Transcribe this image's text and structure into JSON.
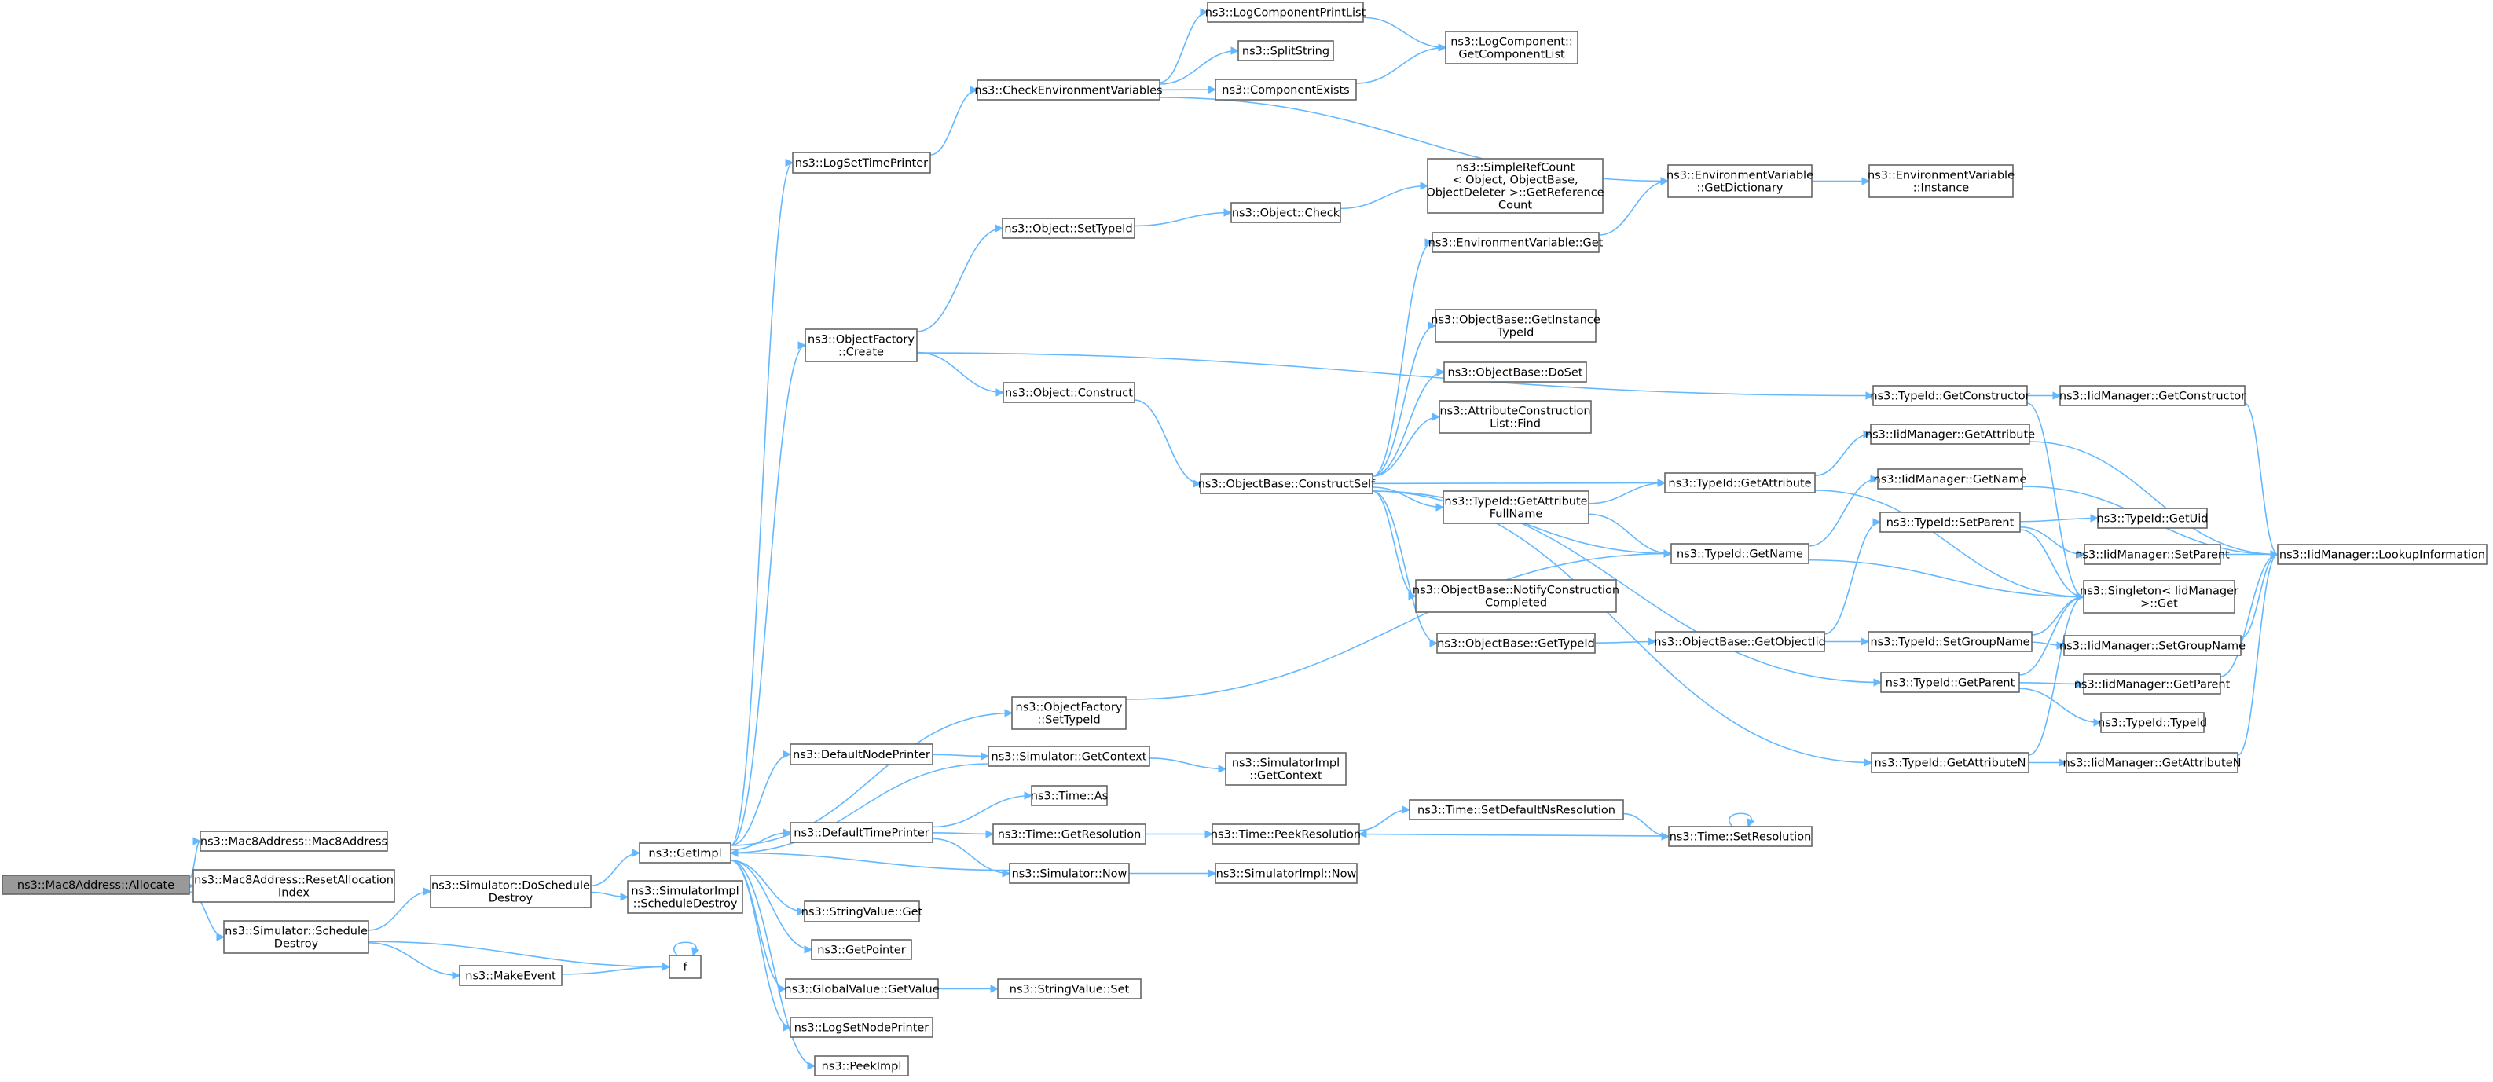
{
  "diagram": {
    "type": "call-graph",
    "colors": {
      "edge": "#63b8ff",
      "node_border": "#666666",
      "node_fill": "#ffffff",
      "root_fill": "#999999"
    },
    "nodes": [
      {
        "id": "allocate",
        "lines": [
          "ns3::Mac8Address::Allocate"
        ],
        "root": true
      },
      {
        "id": "mac8ctor",
        "lines": [
          "ns3::Mac8Address::Mac8Address"
        ]
      },
      {
        "id": "resetalloc",
        "lines": [
          "ns3::Mac8Address::ResetAllocation",
          "Index"
        ]
      },
      {
        "id": "schedDestroy",
        "lines": [
          "ns3::Simulator::Schedule",
          "Destroy"
        ]
      },
      {
        "id": "doSchedDestroy",
        "lines": [
          "ns3::Simulator::DoSchedule",
          "Destroy"
        ]
      },
      {
        "id": "makeEvent",
        "lines": [
          "ns3::MakeEvent"
        ]
      },
      {
        "id": "f",
        "lines": [
          "f"
        ]
      },
      {
        "id": "getImpl",
        "lines": [
          "ns3::GetImpl"
        ]
      },
      {
        "id": "simImplSchedDestroy",
        "lines": [
          "ns3::SimulatorImpl",
          "::ScheduleDestroy"
        ]
      },
      {
        "id": "logSetTimePrinter",
        "lines": [
          "ns3::LogSetTimePrinter"
        ]
      },
      {
        "id": "objFactoryCreate",
        "lines": [
          "ns3::ObjectFactory",
          "::Create"
        ]
      },
      {
        "id": "defaultNodePrinter",
        "lines": [
          "ns3::DefaultNodePrinter"
        ]
      },
      {
        "id": "defaultTimePrinter",
        "lines": [
          "ns3::DefaultTimePrinter"
        ]
      },
      {
        "id": "stringValueGet",
        "lines": [
          "ns3::StringValue::Get"
        ]
      },
      {
        "id": "getPointer",
        "lines": [
          "ns3::GetPointer"
        ]
      },
      {
        "id": "globalValueGetValue",
        "lines": [
          "ns3::GlobalValue::GetValue"
        ]
      },
      {
        "id": "logSetNodePrinter",
        "lines": [
          "ns3::LogSetNodePrinter"
        ]
      },
      {
        "id": "peekImpl",
        "lines": [
          "ns3::PeekImpl"
        ]
      },
      {
        "id": "checkEnv",
        "lines": [
          "ns3::CheckEnvironmentVariables"
        ]
      },
      {
        "id": "objectSetTypeId",
        "lines": [
          "ns3::Object::SetTypeId"
        ]
      },
      {
        "id": "objectConstruct",
        "lines": [
          "ns3::Object::Construct"
        ]
      },
      {
        "id": "objFactorySetTypeId",
        "lines": [
          "ns3::ObjectFactory",
          "::SetTypeId"
        ]
      },
      {
        "id": "simGetContext",
        "lines": [
          "ns3::Simulator::GetContext"
        ]
      },
      {
        "id": "timeAs",
        "lines": [
          "ns3::Time::As"
        ]
      },
      {
        "id": "timeGetResolution",
        "lines": [
          "ns3::Time::GetResolution"
        ]
      },
      {
        "id": "simNow",
        "lines": [
          "ns3::Simulator::Now"
        ]
      },
      {
        "id": "stringValueSet",
        "lines": [
          "ns3::StringValue::Set"
        ]
      },
      {
        "id": "logCompPrintList",
        "lines": [
          "ns3::LogComponentPrintList"
        ]
      },
      {
        "id": "splitString",
        "lines": [
          "ns3::SplitString"
        ]
      },
      {
        "id": "componentExists",
        "lines": [
          "ns3::ComponentExists"
        ]
      },
      {
        "id": "objectCheck",
        "lines": [
          "ns3::Object::Check"
        ]
      },
      {
        "id": "objBaseConstructSelf",
        "lines": [
          "ns3::ObjectBase::ConstructSelf"
        ]
      },
      {
        "id": "simImplGetContext",
        "lines": [
          "ns3::SimulatorImpl",
          "::GetContext"
        ]
      },
      {
        "id": "timePeekResolution",
        "lines": [
          "ns3::Time::PeekResolution"
        ]
      },
      {
        "id": "simImplNow",
        "lines": [
          "ns3::SimulatorImpl::Now"
        ]
      },
      {
        "id": "logCompGetList",
        "lines": [
          "ns3::LogComponent::",
          "GetComponentList"
        ]
      },
      {
        "id": "simpleRefCount",
        "lines": [
          "ns3::SimpleRefCount",
          "< Object, ObjectBase,",
          "ObjectDeleter >::GetReference",
          "Count"
        ]
      },
      {
        "id": "envVarGet",
        "lines": [
          "ns3::EnvironmentVariable::Get"
        ]
      },
      {
        "id": "objBaseGetInstanceTypeId",
        "lines": [
          "ns3::ObjectBase::GetInstance",
          "TypeId"
        ]
      },
      {
        "id": "objBaseDoSet",
        "lines": [
          "ns3::ObjectBase::DoSet"
        ]
      },
      {
        "id": "attrConstructionListFind",
        "lines": [
          "ns3::AttributeConstruction",
          "List::Find"
        ]
      },
      {
        "id": "typeIdGetAttrFullName",
        "lines": [
          "ns3::TypeId::GetAttribute",
          "FullName"
        ]
      },
      {
        "id": "objBaseNotifyConstruction",
        "lines": [
          "ns3::ObjectBase::NotifyConstruction",
          "Completed"
        ]
      },
      {
        "id": "objBaseGetTypeId",
        "lines": [
          "ns3::ObjectBase::GetTypeId"
        ]
      },
      {
        "id": "timeSetDefaultNsRes",
        "lines": [
          "ns3::Time::SetDefaultNsResolution"
        ]
      },
      {
        "id": "envVarGetDictionary",
        "lines": [
          "ns3::EnvironmentVariable",
          "::GetDictionary"
        ]
      },
      {
        "id": "typeIdGetAttribute",
        "lines": [
          "ns3::TypeId::GetAttribute"
        ]
      },
      {
        "id": "typeIdGetName",
        "lines": [
          "ns3::TypeId::GetName"
        ]
      },
      {
        "id": "objBaseGetObjectIid",
        "lines": [
          "ns3::ObjectBase::GetObjectIid"
        ]
      },
      {
        "id": "timeSetResolution",
        "lines": [
          "ns3::Time::SetResolution"
        ]
      },
      {
        "id": "envVarInstance",
        "lines": [
          "ns3::EnvironmentVariable",
          "::Instance"
        ]
      },
      {
        "id": "typeIdGetConstructor",
        "lines": [
          "ns3::TypeId::GetConstructor"
        ]
      },
      {
        "id": "iidMgrGetAttribute",
        "lines": [
          "ns3::IidManager::GetAttribute"
        ]
      },
      {
        "id": "iidMgrGetName",
        "lines": [
          "ns3::IidManager::GetName"
        ]
      },
      {
        "id": "typeIdSetParent",
        "lines": [
          "ns3::TypeId::SetParent"
        ]
      },
      {
        "id": "typeIdSetGroupName",
        "lines": [
          "ns3::TypeId::SetGroupName"
        ]
      },
      {
        "id": "typeIdGetParent",
        "lines": [
          "ns3::TypeId::GetParent"
        ]
      },
      {
        "id": "typeIdGetAttributeN",
        "lines": [
          "ns3::TypeId::GetAttributeN"
        ]
      },
      {
        "id": "iidMgrGetConstructor",
        "lines": [
          "ns3::IidManager::GetConstructor"
        ]
      },
      {
        "id": "typeIdGetUid",
        "lines": [
          "ns3::TypeId::GetUid"
        ]
      },
      {
        "id": "iidMgrSetParent",
        "lines": [
          "ns3::IidManager::SetParent"
        ]
      },
      {
        "id": "singletonGet",
        "lines": [
          "ns3::Singleton< IidManager",
          ">::Get"
        ]
      },
      {
        "id": "iidMgrSetGroupName",
        "lines": [
          "ns3::IidManager::SetGroupName"
        ]
      },
      {
        "id": "iidMgrGetParent",
        "lines": [
          "ns3::IidManager::GetParent"
        ]
      },
      {
        "id": "typeIdTypeId",
        "lines": [
          "ns3::TypeId::TypeId"
        ]
      },
      {
        "id": "iidMgrGetAttributeN",
        "lines": [
          "ns3::IidManager::GetAttributeN"
        ]
      },
      {
        "id": "iidMgrLookupInfo",
        "lines": [
          "ns3::IidManager::LookupInformation"
        ]
      }
    ],
    "edges": [
      [
        "allocate",
        "mac8ctor"
      ],
      [
        "allocate",
        "resetalloc"
      ],
      [
        "allocate",
        "schedDestroy"
      ],
      [
        "schedDestroy",
        "doSchedDestroy"
      ],
      [
        "schedDestroy",
        "makeEvent"
      ],
      [
        "schedDestroy",
        "f"
      ],
      [
        "makeEvent",
        "f"
      ],
      [
        "f",
        "f"
      ],
      [
        "doSchedDestroy",
        "getImpl"
      ],
      [
        "doSchedDestroy",
        "simImplSchedDestroy"
      ],
      [
        "getImpl",
        "logSetTimePrinter"
      ],
      [
        "getImpl",
        "objFactoryCreate"
      ],
      [
        "getImpl",
        "objFactorySetTypeId"
      ],
      [
        "getImpl",
        "defaultNodePrinter"
      ],
      [
        "getImpl",
        "defaultTimePrinter"
      ],
      [
        "getImpl",
        "stringValueGet"
      ],
      [
        "getImpl",
        "getPointer"
      ],
      [
        "getImpl",
        "globalValueGetValue"
      ],
      [
        "getImpl",
        "logSetNodePrinter"
      ],
      [
        "getImpl",
        "peekImpl"
      ],
      [
        "simGetContext",
        "getImpl"
      ],
      [
        "simNow",
        "getImpl"
      ],
      [
        "logSetTimePrinter",
        "checkEnv"
      ],
      [
        "checkEnv",
        "logCompPrintList"
      ],
      [
        "checkEnv",
        "splitString"
      ],
      [
        "checkEnv",
        "componentExists"
      ],
      [
        "checkEnv",
        "envVarGetDictionary"
      ],
      [
        "logCompPrintList",
        "logCompGetList"
      ],
      [
        "componentExists",
        "logCompGetList"
      ],
      [
        "objFactoryCreate",
        "objectSetTypeId"
      ],
      [
        "objFactoryCreate",
        "objectConstruct"
      ],
      [
        "objFactoryCreate",
        "typeIdGetConstructor"
      ],
      [
        "objectSetTypeId",
        "objectCheck"
      ],
      [
        "objectCheck",
        "simpleRefCount"
      ],
      [
        "objectConstruct",
        "objBaseConstructSelf"
      ],
      [
        "objBaseConstructSelf",
        "envVarGet"
      ],
      [
        "objBaseConstructSelf",
        "objBaseGetInstanceTypeId"
      ],
      [
        "objBaseConstructSelf",
        "objBaseDoSet"
      ],
      [
        "objBaseConstructSelf",
        "attrConstructionListFind"
      ],
      [
        "objBaseConstructSelf",
        "typeIdGetAttribute"
      ],
      [
        "objBaseConstructSelf",
        "typeIdGetAttrFullName"
      ],
      [
        "objBaseConstructSelf",
        "typeIdGetName"
      ],
      [
        "objBaseConstructSelf",
        "objBaseNotifyConstruction"
      ],
      [
        "objBaseConstructSelf",
        "objBaseGetTypeId"
      ],
      [
        "objBaseConstructSelf",
        "typeIdGetParent"
      ],
      [
        "objBaseConstructSelf",
        "typeIdGetAttributeN"
      ],
      [
        "envVarGet",
        "envVarGetDictionary"
      ],
      [
        "envVarGetDictionary",
        "envVarInstance"
      ],
      [
        "typeIdGetAttrFullName",
        "typeIdGetAttribute"
      ],
      [
        "typeIdGetAttrFullName",
        "typeIdGetName"
      ],
      [
        "objBaseGetTypeId",
        "objBaseGetObjectIid"
      ],
      [
        "objBaseGetObjectIid",
        "typeIdSetParent"
      ],
      [
        "objBaseGetObjectIid",
        "typeIdSetGroupName"
      ],
      [
        "objFactorySetTypeId",
        "typeIdGetName"
      ],
      [
        "defaultNodePrinter",
        "simGetContext"
      ],
      [
        "simGetContext",
        "simImplGetContext"
      ],
      [
        "defaultTimePrinter",
        "timeAs"
      ],
      [
        "defaultTimePrinter",
        "timeGetResolution"
      ],
      [
        "defaultTimePrinter",
        "simNow"
      ],
      [
        "timeGetResolution",
        "timePeekResolution"
      ],
      [
        "simNow",
        "simImplNow"
      ],
      [
        "timePeekResolution",
        "timeSetDefaultNsRes"
      ],
      [
        "timeSetDefaultNsRes",
        "timeSetResolution"
      ],
      [
        "timeSetResolution",
        "timePeekResolution"
      ],
      [
        "timeSetResolution",
        "timeSetResolution"
      ],
      [
        "globalValueGetValue",
        "stringValueSet"
      ],
      [
        "typeIdGetConstructor",
        "iidMgrGetConstructor"
      ],
      [
        "typeIdGetConstructor",
        "singletonGet"
      ],
      [
        "typeIdGetAttribute",
        "iidMgrGetAttribute"
      ],
      [
        "typeIdGetAttribute",
        "singletonGet"
      ],
      [
        "typeIdGetName",
        "iidMgrGetName"
      ],
      [
        "typeIdGetName",
        "singletonGet"
      ],
      [
        "typeIdSetParent",
        "typeIdGetUid"
      ],
      [
        "typeIdSetParent",
        "iidMgrSetParent"
      ],
      [
        "typeIdSetParent",
        "singletonGet"
      ],
      [
        "typeIdSetGroupName",
        "iidMgrSetGroupName"
      ],
      [
        "typeIdSetGroupName",
        "singletonGet"
      ],
      [
        "typeIdGetParent",
        "iidMgrGetParent"
      ],
      [
        "typeIdGetParent",
        "typeIdTypeId"
      ],
      [
        "typeIdGetParent",
        "singletonGet"
      ],
      [
        "typeIdGetAttributeN",
        "iidMgrGetAttributeN"
      ],
      [
        "typeIdGetAttributeN",
        "singletonGet"
      ],
      [
        "iidMgrGetConstructor",
        "iidMgrLookupInfo"
      ],
      [
        "iidMgrGetAttribute",
        "iidMgrLookupInfo"
      ],
      [
        "iidMgrGetName",
        "iidMgrLookupInfo"
      ],
      [
        "iidMgrSetParent",
        "iidMgrLookupInfo"
      ],
      [
        "iidMgrSetGroupName",
        "iidMgrLookupInfo"
      ],
      [
        "iidMgrGetParent",
        "iidMgrLookupInfo"
      ],
      [
        "iidMgrGetAttributeN",
        "iidMgrLookupInfo"
      ]
    ]
  }
}
